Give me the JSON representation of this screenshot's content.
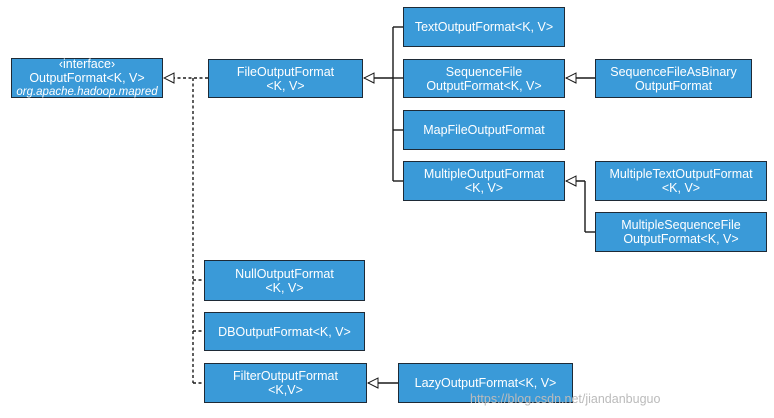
{
  "diagram": {
    "nodes": {
      "output_format": {
        "stereotype": "‹interface›",
        "name": "OutputFormat<K, V>",
        "package": "org.apache.hadoop.mapred"
      },
      "file_output_format": {
        "line1": "FileOutputFormat",
        "line2": "<K, V>"
      },
      "text_output_format": {
        "line1": "TextOutputFormat<K, V>"
      },
      "sequence_file_output_format": {
        "line1": "SequenceFile",
        "line2": "OutputFormat<K, V>"
      },
      "sequence_file_as_binary_output_format": {
        "line1": "SequenceFileAsBinary",
        "line2": "OutputFormat"
      },
      "map_file_output_format": {
        "line1": "MapFileOutputFormat"
      },
      "multiple_output_format": {
        "line1": "MultipleOutputFormat",
        "line2": "<K, V>"
      },
      "multiple_text_output_format": {
        "line1": "MultipleTextOutputFormat",
        "line2": "<K, V>"
      },
      "multiple_sequence_file_output_format": {
        "line1": "MultipleSequenceFile",
        "line2": "OutputFormat<K, V>"
      },
      "null_output_format": {
        "line1": "NullOutputFormat",
        "line2": "<K, V>"
      },
      "db_output_format": {
        "line1": "DBOutputFormat<K, V>"
      },
      "filter_output_format": {
        "line1": "FilterOutputFormat",
        "line2": "<K,V>"
      },
      "lazy_output_format": {
        "line1": "LazyOutputFormat<K, V>"
      }
    },
    "edges": [
      {
        "from": "file_output_format",
        "to": "output_format",
        "style": "dashed"
      },
      {
        "from": "null_output_format",
        "to": "output_format",
        "style": "dashed"
      },
      {
        "from": "db_output_format",
        "to": "output_format",
        "style": "dashed"
      },
      {
        "from": "filter_output_format",
        "to": "output_format",
        "style": "dashed"
      },
      {
        "from": "text_output_format",
        "to": "file_output_format",
        "style": "solid"
      },
      {
        "from": "sequence_file_output_format",
        "to": "file_output_format",
        "style": "solid"
      },
      {
        "from": "map_file_output_format",
        "to": "file_output_format",
        "style": "solid"
      },
      {
        "from": "multiple_output_format",
        "to": "file_output_format",
        "style": "solid"
      },
      {
        "from": "sequence_file_as_binary_output_format",
        "to": "sequence_file_output_format",
        "style": "solid"
      },
      {
        "from": "multiple_text_output_format",
        "to": "multiple_output_format",
        "style": "solid"
      },
      {
        "from": "multiple_sequence_file_output_format",
        "to": "multiple_output_format",
        "style": "solid"
      },
      {
        "from": "lazy_output_format",
        "to": "filter_output_format",
        "style": "solid"
      }
    ],
    "colors": {
      "node_fill": "#3a9ad8",
      "node_border": "#1e2a36",
      "node_text": "#ffffff",
      "line": "#1a1a1a"
    }
  },
  "watermark": "https://blog.csdn.net/jiandanbuguo"
}
